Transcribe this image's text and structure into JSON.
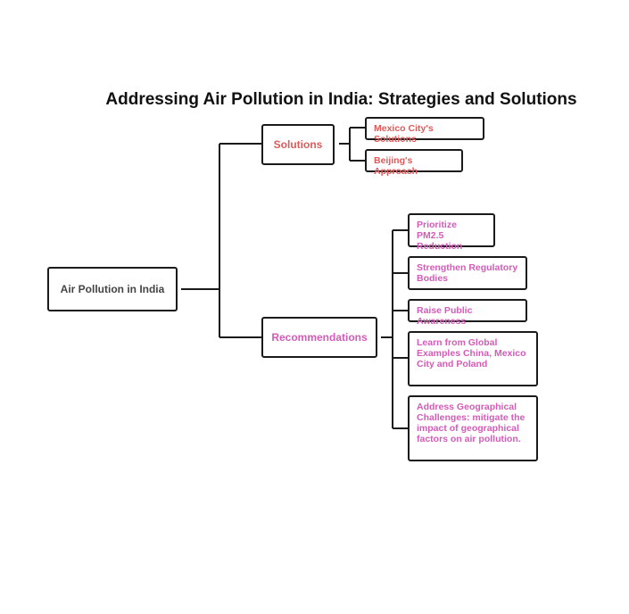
{
  "diagram": {
    "title": "Addressing Air Pollution in India: Strategies and Solutions",
    "root": {
      "label": "Air Pollution in India"
    },
    "branches": [
      {
        "label": "Solutions",
        "color": "#e05a5a",
        "children": [
          {
            "label": "Mexico City's Solutions"
          },
          {
            "label": "Beijing's Approach"
          }
        ]
      },
      {
        "label": "Recommendations",
        "color": "#d45bb8",
        "children": [
          {
            "label": "Prioritize PM2.5 Reduction"
          },
          {
            "label": "Strengthen Regulatory Bodies"
          },
          {
            "label": "Raise Public Awareness"
          },
          {
            "label": "Learn from Global Examples China, Mexico City and Poland"
          },
          {
            "label": "Address Geographical Challenges: mitigate the impact of geographical factors on air pollution."
          }
        ]
      }
    ],
    "line_color": "#1a1a1a"
  }
}
